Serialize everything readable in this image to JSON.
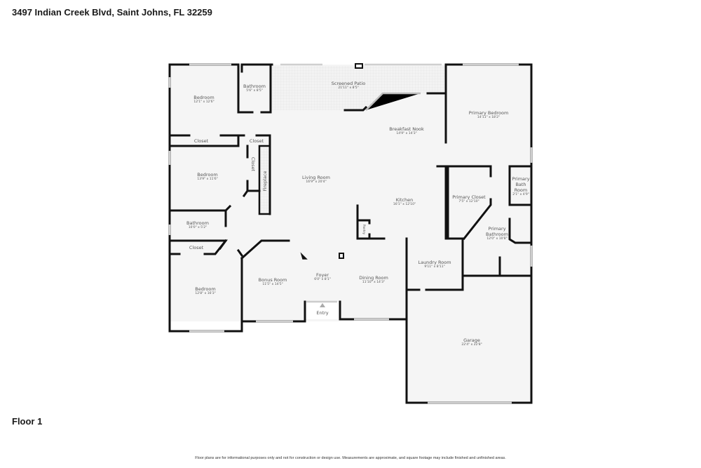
{
  "header": {
    "address": "3497 Indian Creek Blvd, Saint Johns, FL 32259"
  },
  "floor": {
    "label": "Floor 1"
  },
  "footer": {
    "disclaimer": "Floor plans are for informational purposes only and not for construction or design use. Measurements are approximate, and square footage may include finished and unfinished areas."
  },
  "colors": {
    "wall": "#111111",
    "floor": "#f5f5f5",
    "window": "#d8d8d8",
    "text": "#555555"
  },
  "rooms": {
    "bedroom1": {
      "name": "Bedroom",
      "dim": "12'1\" x 12'6\""
    },
    "bathroom1": {
      "name": "Bathroom",
      "dim": "5'6\" x 8'5\""
    },
    "screened_patio": {
      "name": "Screened Patio",
      "dim": "21'11\" x 8'5\""
    },
    "primary_bedroom": {
      "name": "Primary Bedroom",
      "dim": "14'11\" x 18'2\""
    },
    "breakfast_nook": {
      "name": "Breakfast Nook",
      "dim": "14'9\" x 14'3\""
    },
    "closet1": {
      "name": "Closet"
    },
    "closet2": {
      "name": "Closet"
    },
    "closet3": {
      "name": "Closet"
    },
    "closet4": {
      "name": "Closet"
    },
    "fireplace": {
      "name": "Fireplace"
    },
    "bedroom2": {
      "name": "Bedroom",
      "dim": "13'9\" x 11'6\""
    },
    "living_room": {
      "name": "Living Room",
      "dim": "16'9\" x 20'4\""
    },
    "kitchen": {
      "name": "Kitchen",
      "dim": "16'1\" x 12'10\""
    },
    "pantry": {
      "name": "Pantry"
    },
    "primary_closet": {
      "name": "Primary Closet",
      "dim": "7'5\" x 12'10\""
    },
    "primary_bath_room_l1": {
      "name": "Primary"
    },
    "primary_bath_room_l2": {
      "name": "Bath"
    },
    "primary_bath_room_l3": {
      "name": "Room"
    },
    "primary_bath_room_dim": {
      "dim": "2'1\" x 4'9\""
    },
    "bathroom2": {
      "name": "Bathroom",
      "dim": "10'0\" x 5'2\""
    },
    "primary_bathroom_l1": {
      "name": "Primary"
    },
    "primary_bathroom_l2": {
      "name": "Bathroom",
      "dim": "12'0\" x 10'8\""
    },
    "laundry": {
      "name": "Laundry Room",
      "dim": "9'11\" x 8'11\""
    },
    "bedroom3": {
      "name": "Bedroom",
      "dim": "12'8\" x 16'3\""
    },
    "bonus_room": {
      "name": "Bonus Room",
      "dim": "11'5\" x 14'5\""
    },
    "foyer": {
      "name": "Foyer",
      "dim": "6'0\" x 8'1\""
    },
    "dining_room": {
      "name": "Dining Room",
      "dim": "11'10\" x 14'3\""
    },
    "entry": {
      "name": "Entry"
    },
    "garage": {
      "name": "Garage",
      "dim": "22'4\" x 22'8\""
    }
  }
}
